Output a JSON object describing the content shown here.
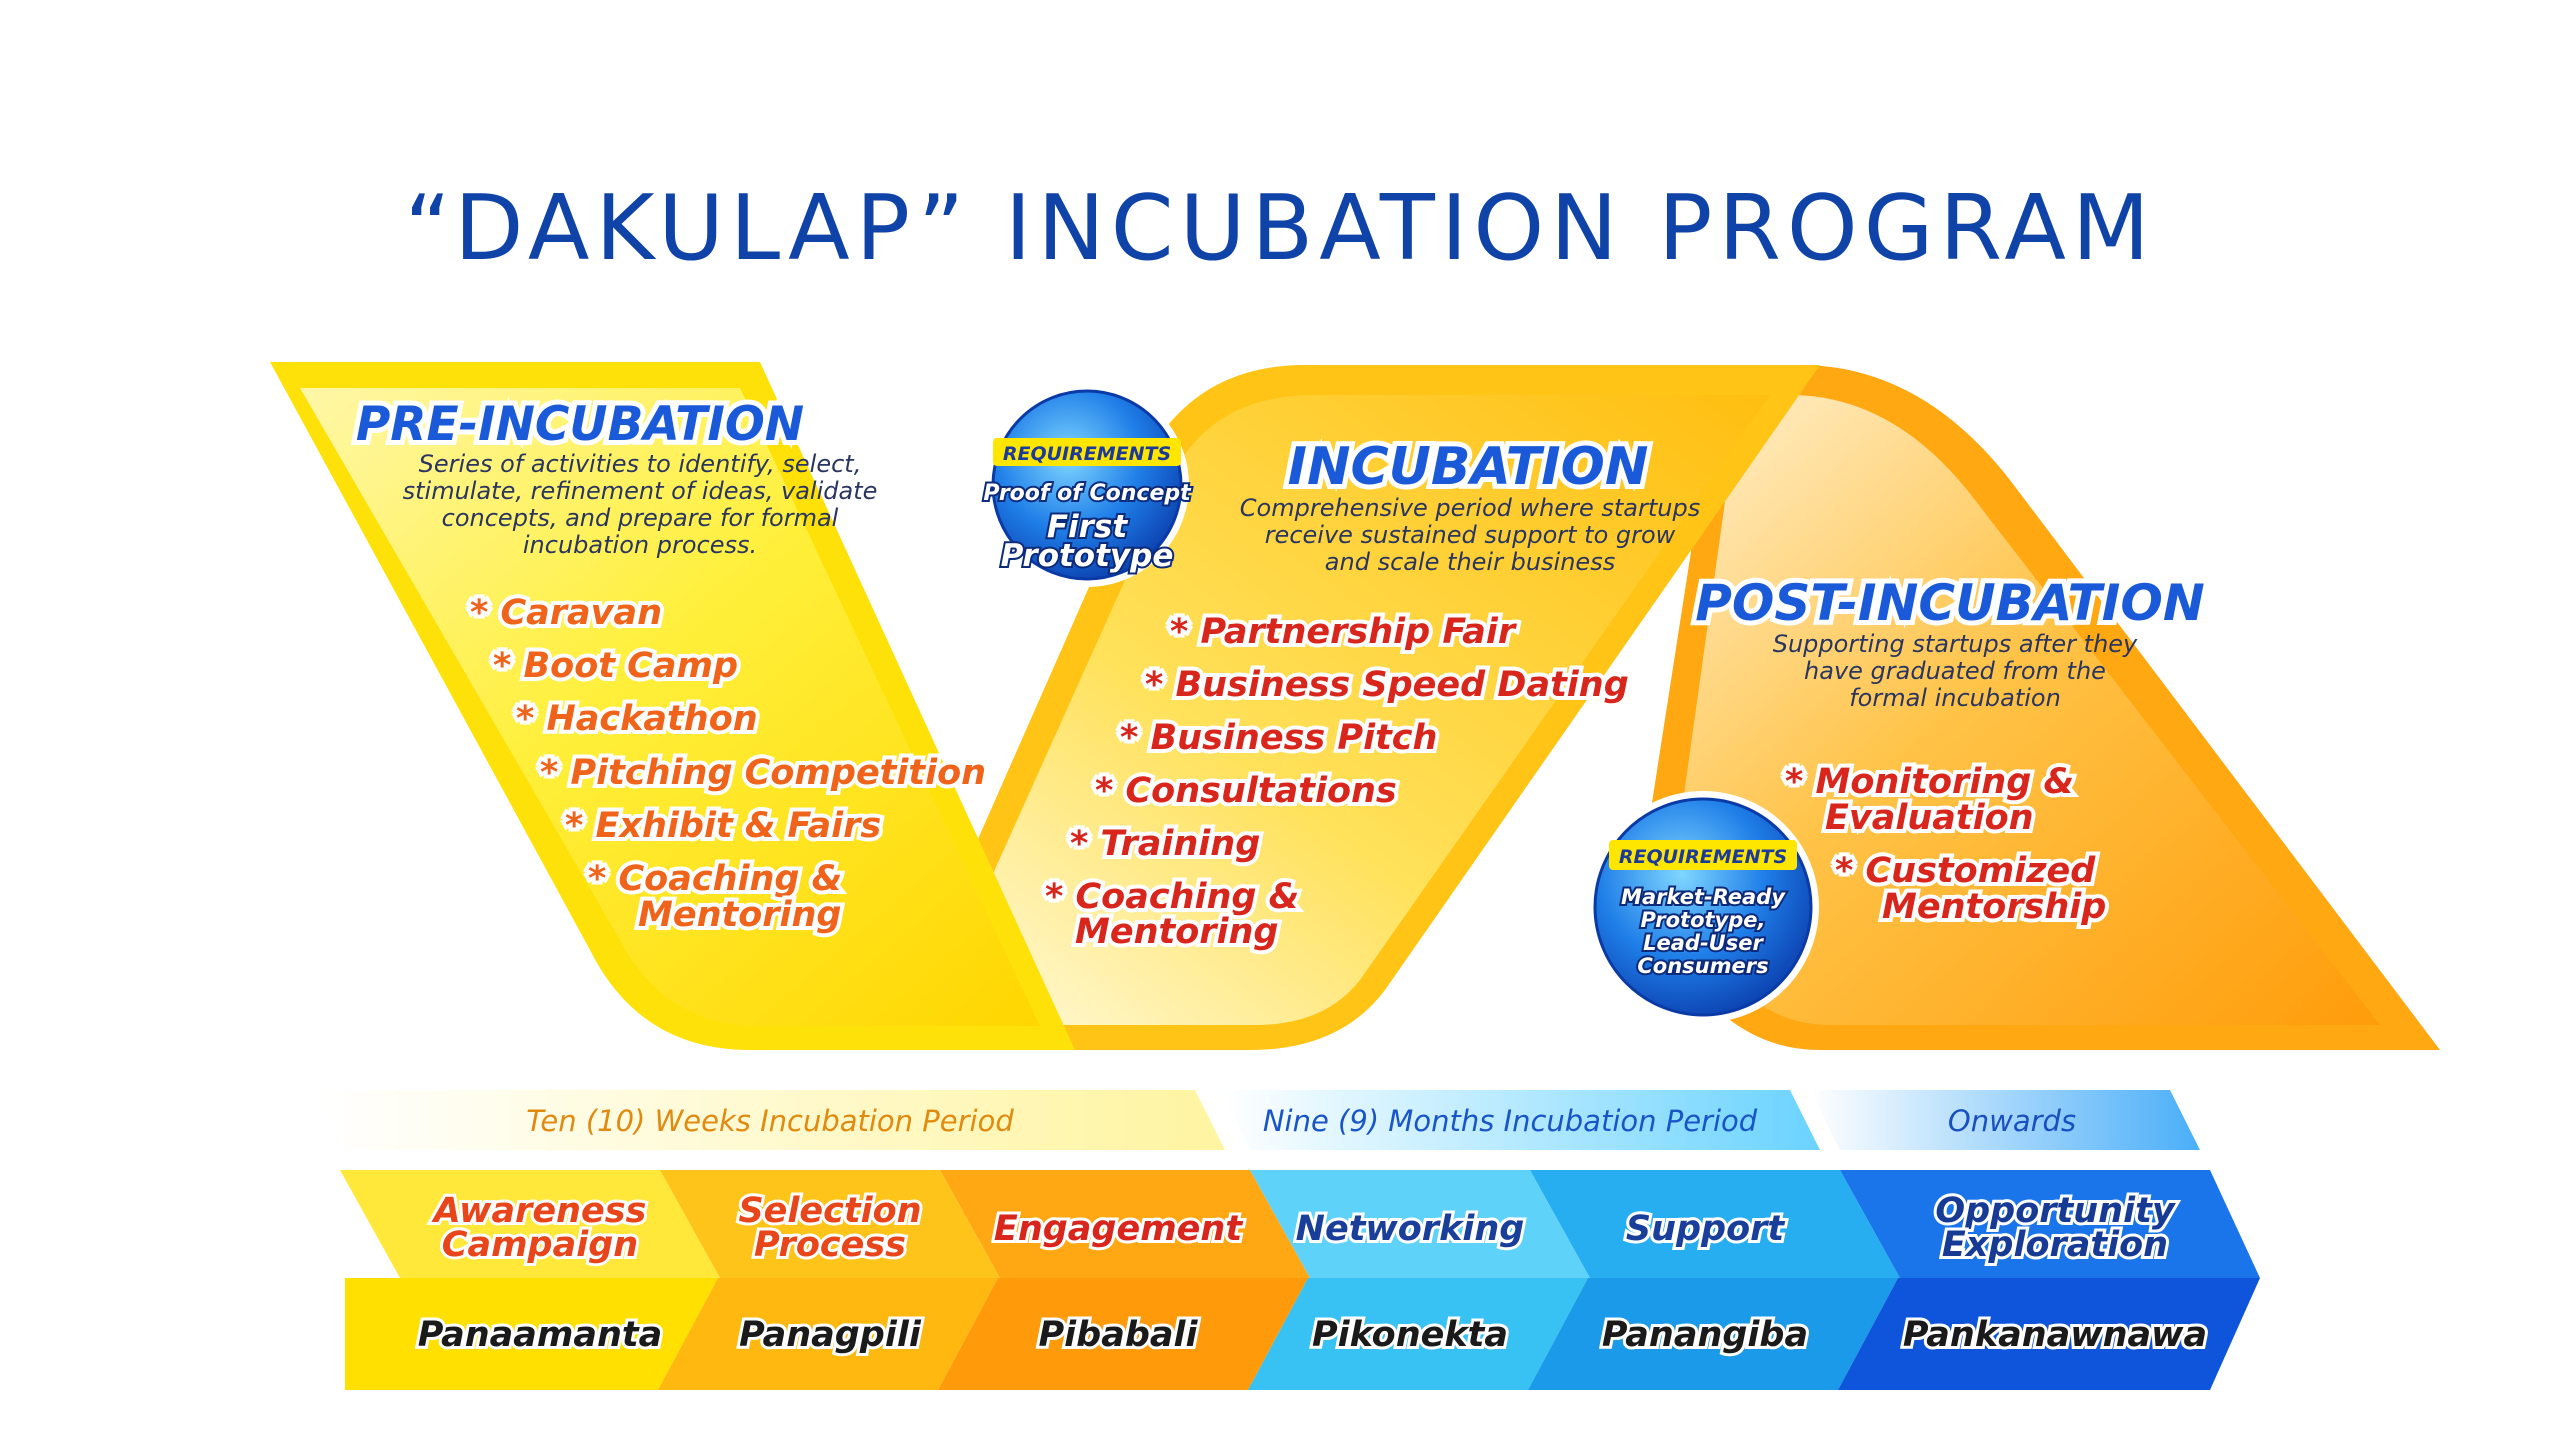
{
  "title": "“DAKULAP” INCUBATION PROGRAM",
  "phases": {
    "pre": {
      "title": "PRE-INCUBATION",
      "desc": [
        "Series of activities to identify, select,",
        "stimulate, refinement of ideas, validate",
        "concepts, and prepare for formal",
        "incubation process."
      ],
      "items": [
        "* Caravan",
        "* Boot Camp",
        "* Hackathon",
        "* Pitching Competition",
        "* Exhibit & Fairs",
        "* Coaching &",
        "Mentoring"
      ]
    },
    "incubation": {
      "title": "INCUBATION",
      "desc": [
        "Comprehensive period where startups",
        "receive sustained support to grow",
        "and scale their business"
      ],
      "items": [
        "* Partnership Fair",
        "* Business Speed Dating",
        "* Business Pitch",
        "* Consultations",
        "* Training",
        "* Coaching &",
        "Mentoring"
      ]
    },
    "post": {
      "title": "POST-INCUBATION",
      "desc": [
        "Supporting startups after they",
        "have graduated from the",
        "formal incubation"
      ],
      "items": [
        "* Monitoring &",
        "Evaluation",
        "* Customized",
        "Mentorship"
      ]
    }
  },
  "requirements": [
    {
      "label": "REQUIREMENTS",
      "lines": [
        "Proof of Concept",
        "First",
        "Prototype"
      ]
    },
    {
      "label": "REQUIREMENTS",
      "lines": [
        "Market-Ready",
        "Prototype,",
        "Lead-User",
        "Consumers"
      ]
    }
  ],
  "periods": [
    "Ten (10) Weeks Incubation Period",
    "Nine (9) Months Incubation Period",
    "Onwards"
  ],
  "stages": [
    {
      "top": [
        "Awareness",
        "Campaign"
      ],
      "bottom": "Panaamanta"
    },
    {
      "top": [
        "Selection",
        "Process"
      ],
      "bottom": "Panagpili"
    },
    {
      "top": [
        "Engagement"
      ],
      "bottom": "Pibabali"
    },
    {
      "top": [
        "Networking"
      ],
      "bottom": "Pikonekta"
    },
    {
      "top": [
        "Support"
      ],
      "bottom": "Panangiba"
    },
    {
      "top": [
        "Opportunity",
        "Exploration"
      ],
      "bottom": "Pankanawnawa"
    }
  ],
  "colors": {
    "title": "#1043a8",
    "yellow": "#ffe600",
    "amber": "#ffc21a",
    "orange": "#ffa20f",
    "lightblue": "#38c8f5",
    "blue": "#1a7ae8",
    "darkblue": "#0d4fd6"
  }
}
